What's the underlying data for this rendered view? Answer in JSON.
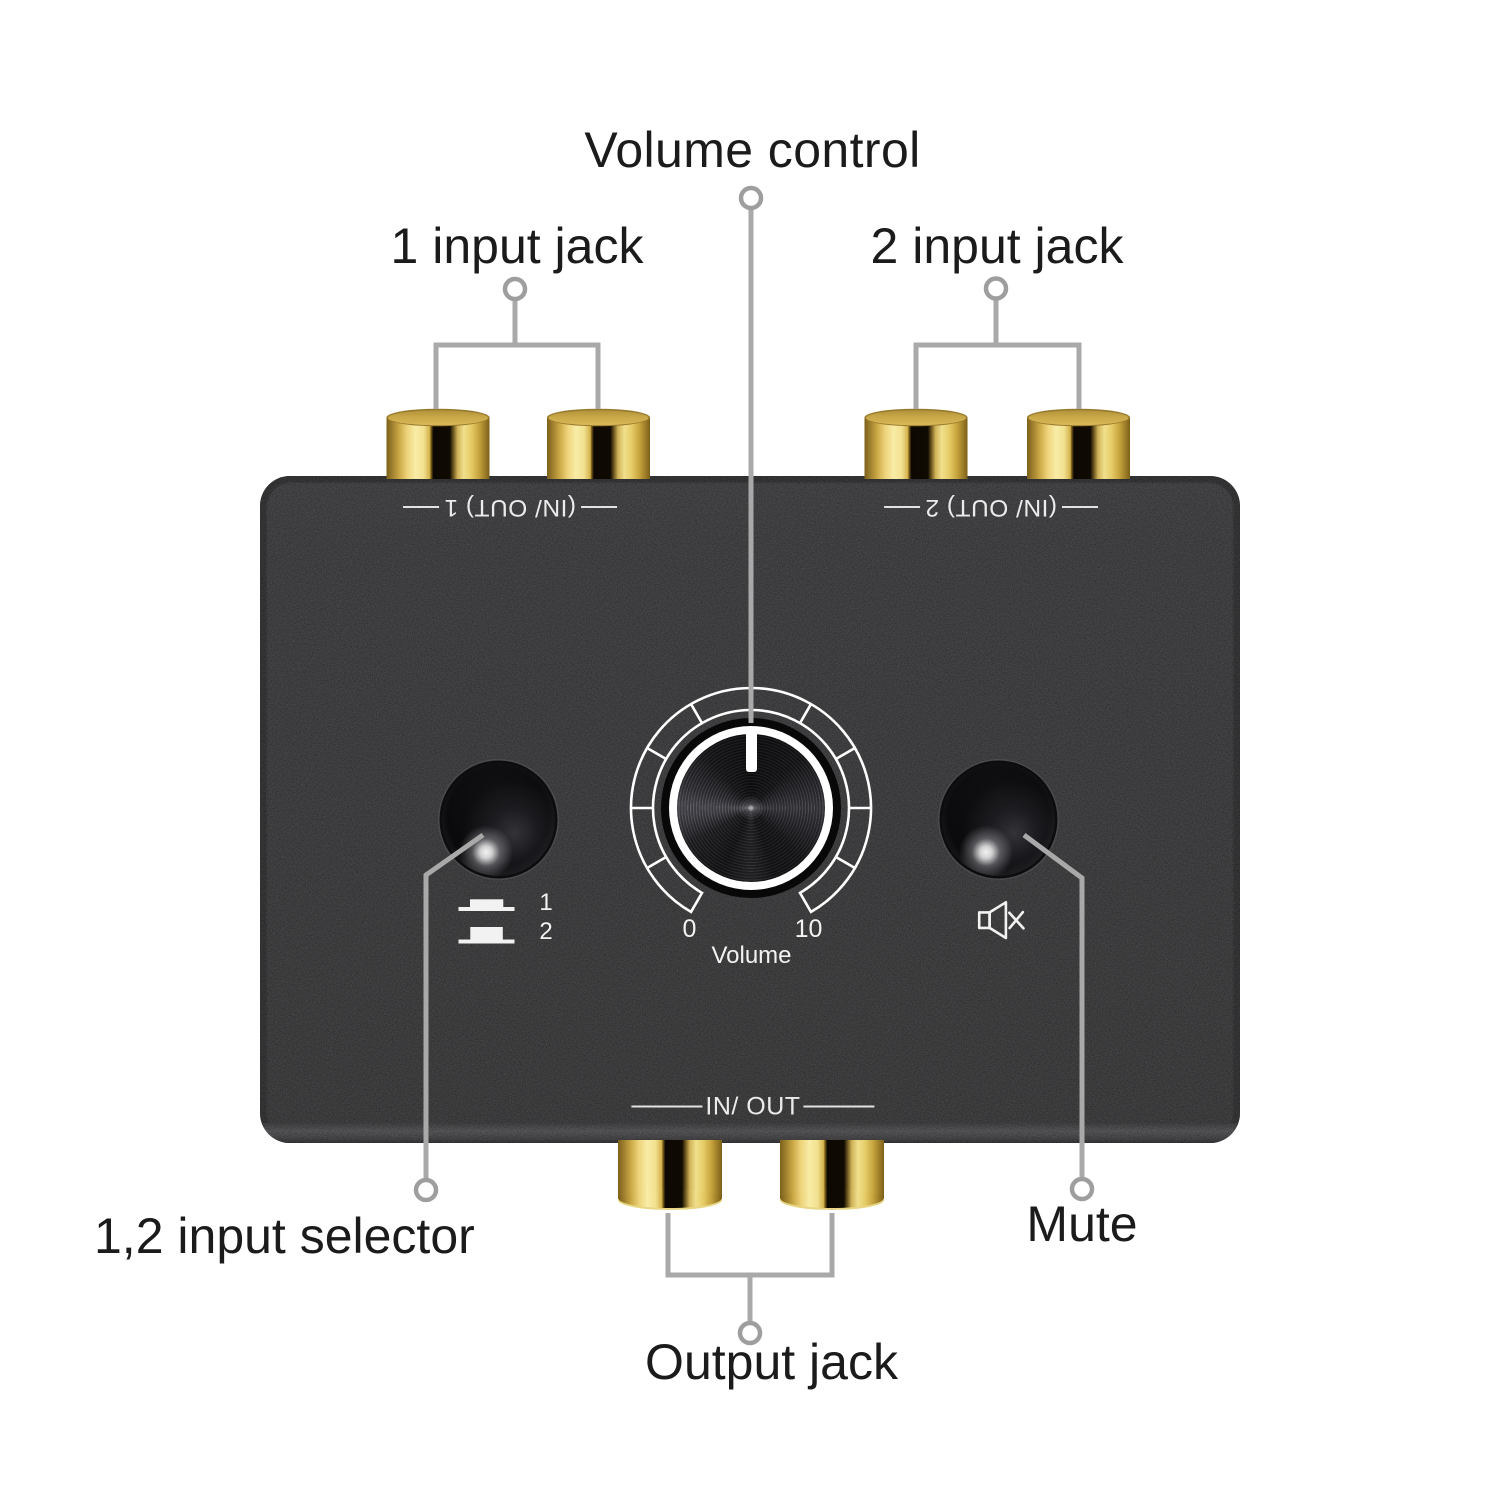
{
  "title": "Volume control",
  "callouts": {
    "input1": "1 input jack",
    "input2": "2 input jack",
    "selector": "1,2 input selector",
    "mute": "Mute",
    "output": "Output jack"
  },
  "device": {
    "port_label_1": "(IN/ OUT) 1",
    "port_label_2": "(IN/ OUT) 2",
    "port_label_out": "IN/ OUT",
    "knob": {
      "min_label": "0",
      "max_label": "10",
      "caption": "Volume",
      "segments": 10,
      "pointer_position": "top"
    },
    "selector_icon_labels": {
      "line1": "1",
      "line2": "2"
    },
    "icons": [
      "input-selector-pulse-icon",
      "mute-speaker-icon"
    ]
  },
  "colors": {
    "background": "#ffffff",
    "device_face": "#3b3b3d",
    "device_edge": "#2a2a2c",
    "gold": "#e7c75f",
    "gold_dark_stripe": "#120c02",
    "callout_line": "#a9a9a9",
    "label_text": "#1b1b1b",
    "device_text": "#ebebeb",
    "knob_ring": "#ffffff"
  }
}
